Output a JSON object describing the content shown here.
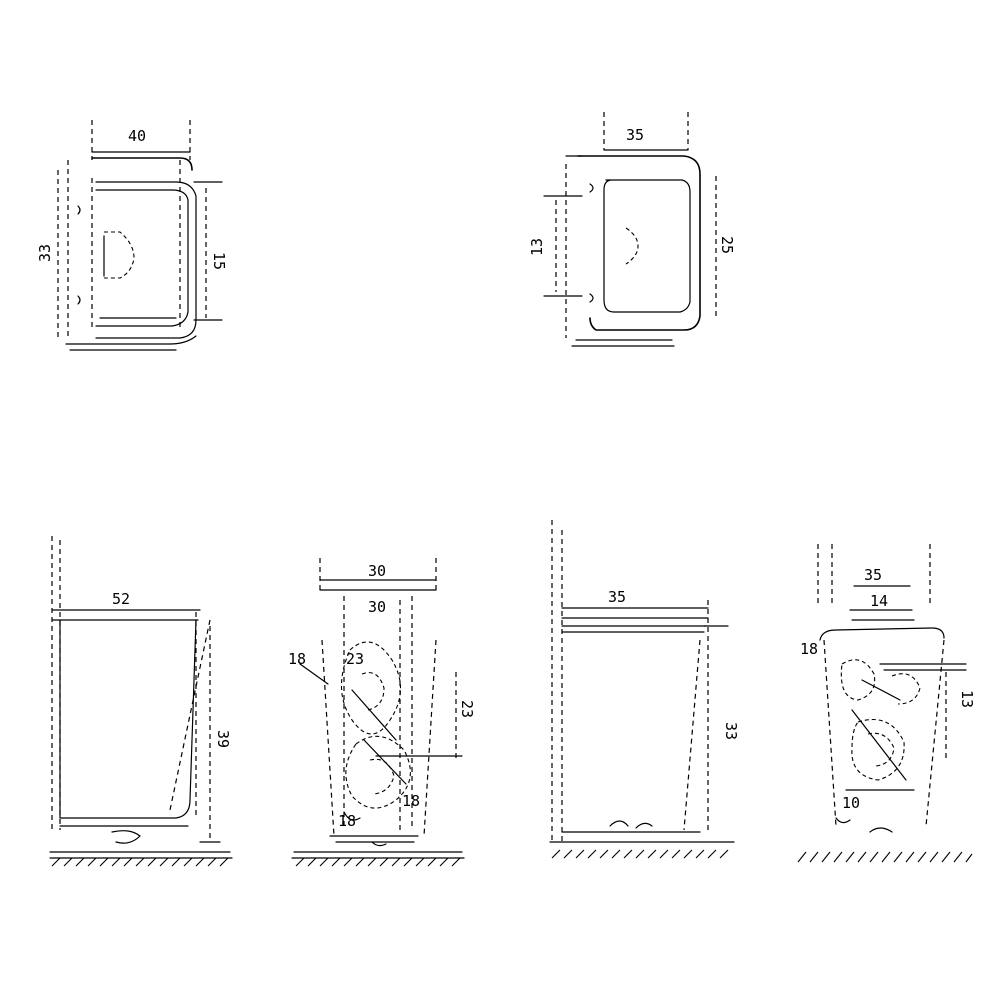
{
  "drawing": {
    "views": {
      "top_left": {
        "dim_top": "40",
        "dim_left": "33",
        "dim_right": "15"
      },
      "top_right": {
        "dim_top": "35",
        "dim_left": "13",
        "dim_right": "25"
      },
      "side_1": {
        "dim_top": "52",
        "dim_right": "39"
      },
      "front_1": {
        "dim_top": "30",
        "dim_mid": "30",
        "dim_left": "18",
        "dim_inner": "23",
        "dim_right": "23",
        "dim_bottom_left": "18",
        "dim_bottom_right": "18"
      },
      "side_2": {
        "dim_top": "35",
        "dim_right": "33"
      },
      "front_2": {
        "dim_top": "35",
        "dim_mid": "14",
        "dim_left": "18",
        "dim_right": "13",
        "dim_bottom": "10"
      }
    }
  }
}
